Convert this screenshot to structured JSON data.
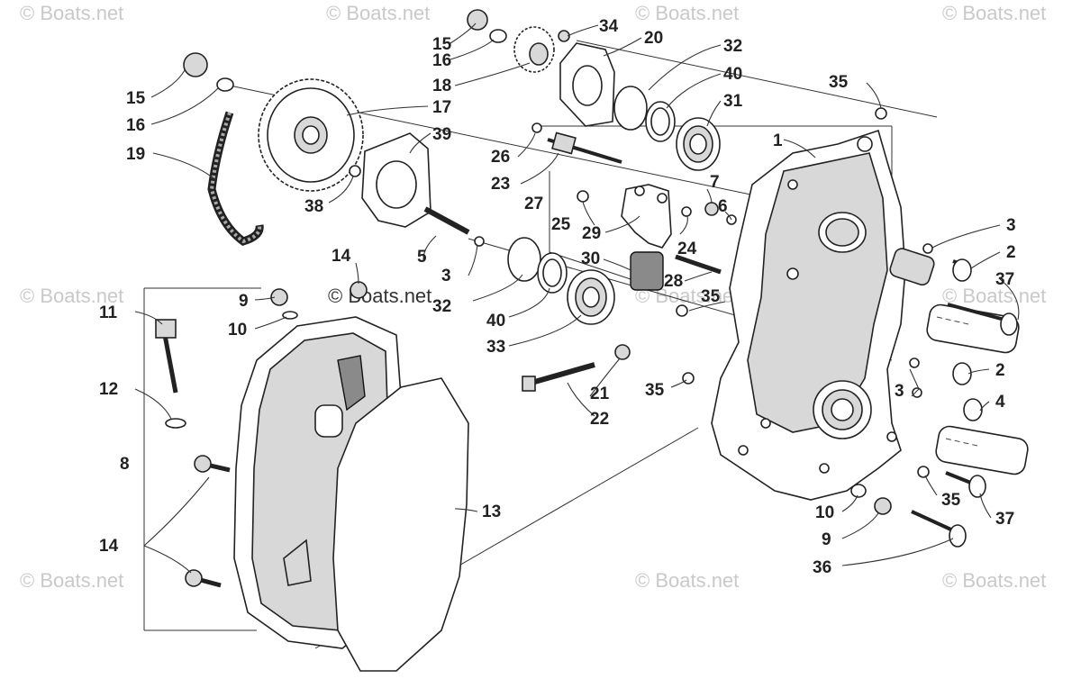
{
  "watermarks": {
    "brand": "© Boats.net"
  },
  "callouts": {
    "c1": "1",
    "c2a": "2",
    "c2b": "2",
    "c3a": "3",
    "c3b": "3",
    "c3c": "3",
    "c4": "4",
    "c5": "5",
    "c6": "6",
    "c7": "7",
    "c8": "8",
    "c9a": "9",
    "c9b": "9",
    "c10a": "10",
    "c10b": "10",
    "c11": "11",
    "c12": "12",
    "c13": "13",
    "c14a": "14",
    "c14b": "14",
    "c15a": "15",
    "c15b": "15",
    "c16a": "16",
    "c16b": "16",
    "c17": "17",
    "c18": "18",
    "c19": "19",
    "c20": "20",
    "c21": "21",
    "c22": "22",
    "c23": "23",
    "c24": "24",
    "c25": "25",
    "c26": "26",
    "c27": "27",
    "c28": "28",
    "c29": "29",
    "c30": "30",
    "c31": "31",
    "c32a": "32",
    "c32b": "32",
    "c33": "33",
    "c34": "34",
    "c35a": "35",
    "c35b": "35",
    "c35c": "35",
    "c35d": "35",
    "c36": "36",
    "c37a": "37",
    "c37b": "37",
    "c38": "38",
    "c39": "39",
    "c40a": "40",
    "c40b": "40"
  }
}
